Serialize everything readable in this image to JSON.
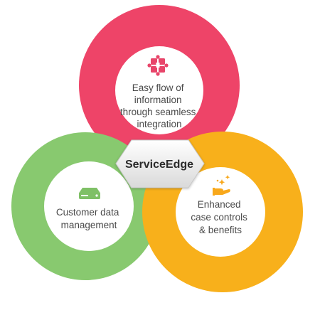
{
  "center": {
    "label": "ServiceEdge"
  },
  "nodes": [
    {
      "id": "integration",
      "color": "#ee4468",
      "icon": "puzzle-icon",
      "lines": [
        "Easy flow of",
        "information",
        "through seamless",
        "integration"
      ]
    },
    {
      "id": "customer-data",
      "color": "#88c96f",
      "icon": "database-drive-icon",
      "lines": [
        "Customer data",
        "management"
      ]
    },
    {
      "id": "case-controls",
      "color": "#f8b01b",
      "icon": "hand-sparkle-icon",
      "lines": [
        "Enhanced",
        "case controls",
        "& benefits"
      ]
    }
  ]
}
